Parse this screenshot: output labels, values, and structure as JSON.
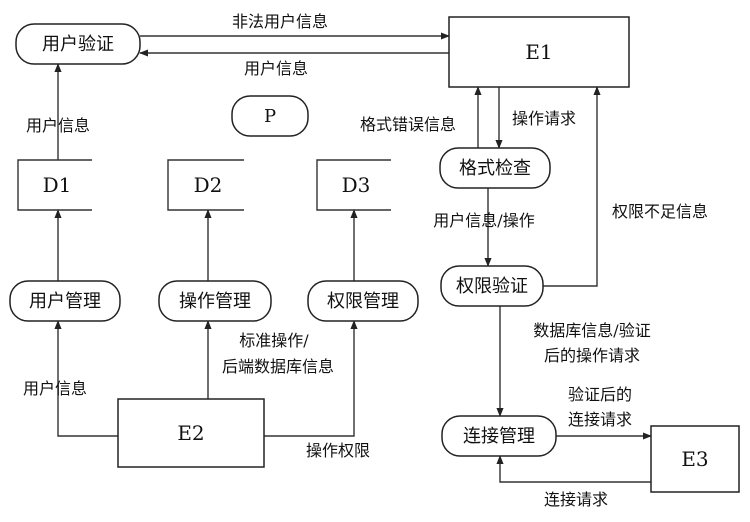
{
  "processes": {
    "user_verify": "用户验证",
    "placeholder": "P",
    "format_check": "格式检查",
    "permission_verify": "权限验证",
    "user_manage": "用户管理",
    "operation_manage": "操作管理",
    "permission_manage": "权限管理",
    "connection_manage": "连接管理"
  },
  "entities": {
    "e1": "E1",
    "e2": "E2",
    "e3": "E3"
  },
  "stores": {
    "d1": "D1",
    "d2": "D2",
    "d3": "D3"
  },
  "flows": {
    "illegal_user_info": "非法用户信息",
    "user_info_to_verify": "用户信息",
    "user_info_d1": "用户信息",
    "format_error": "格式错误信息",
    "op_request": "操作请求",
    "user_info_op": "用户信息/操作",
    "insufficient_permission": "权限不足信息",
    "db_info_line1": "数据库信息/验证",
    "db_info_line2": "后的操作请求",
    "verified_conn_line1": "验证后的",
    "verified_conn_line2": "连接请求",
    "conn_request": "连接请求",
    "std_op_line1": "标准操作/",
    "std_op_line2": "后端数据库信息",
    "user_info_e2": "用户信息",
    "op_permission": "操作权限"
  }
}
